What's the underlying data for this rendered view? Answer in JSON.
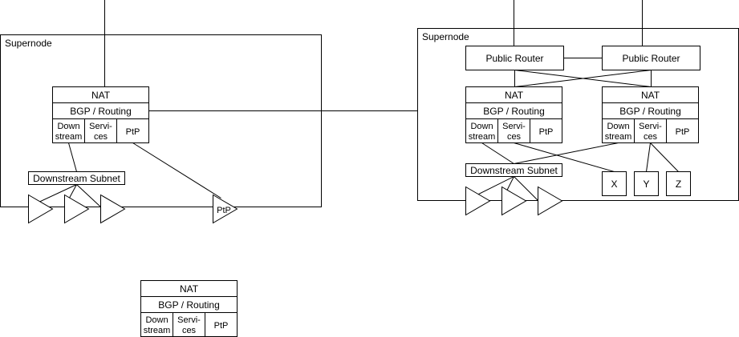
{
  "labels": {
    "supernode": "Supernode",
    "nat": "NAT",
    "bgp": "BGP / Routing",
    "down_line1": "Down",
    "down_line2": "stream",
    "serv_line1": "Servi-",
    "serv_line2": "ces",
    "ptp": "PtP",
    "downstream_subnet": "Downstream Subnet",
    "public_router": "Public Router",
    "x": "X",
    "y": "Y",
    "z": "Z"
  }
}
